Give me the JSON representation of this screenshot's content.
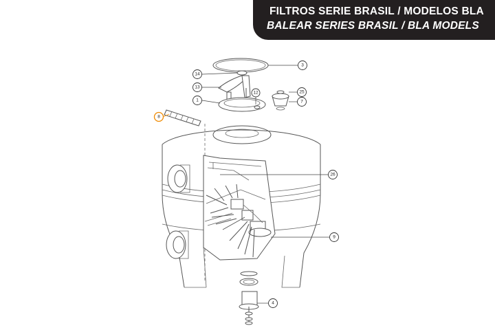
{
  "header": {
    "title_es": "FILTROS SERIE BRASIL / MODELOS BLA",
    "title_en": "BALEAR SERIES BRASIL / BLA MODELS"
  },
  "callouts": [
    {
      "id": "3",
      "highlight": false
    },
    {
      "id": "14",
      "highlight": false
    },
    {
      "id": "13",
      "highlight": false
    },
    {
      "id": "12",
      "highlight": false
    },
    {
      "id": "1",
      "highlight": false
    },
    {
      "id": "25",
      "highlight": false
    },
    {
      "id": "7",
      "highlight": false
    },
    {
      "id": "8",
      "highlight": true
    },
    {
      "id": "26",
      "highlight": false
    },
    {
      "id": "9",
      "highlight": false
    },
    {
      "id": "4",
      "highlight": false
    }
  ],
  "colors": {
    "header_bg": "#231f20",
    "header_text": "#ffffff",
    "highlight": "#f08a00"
  }
}
